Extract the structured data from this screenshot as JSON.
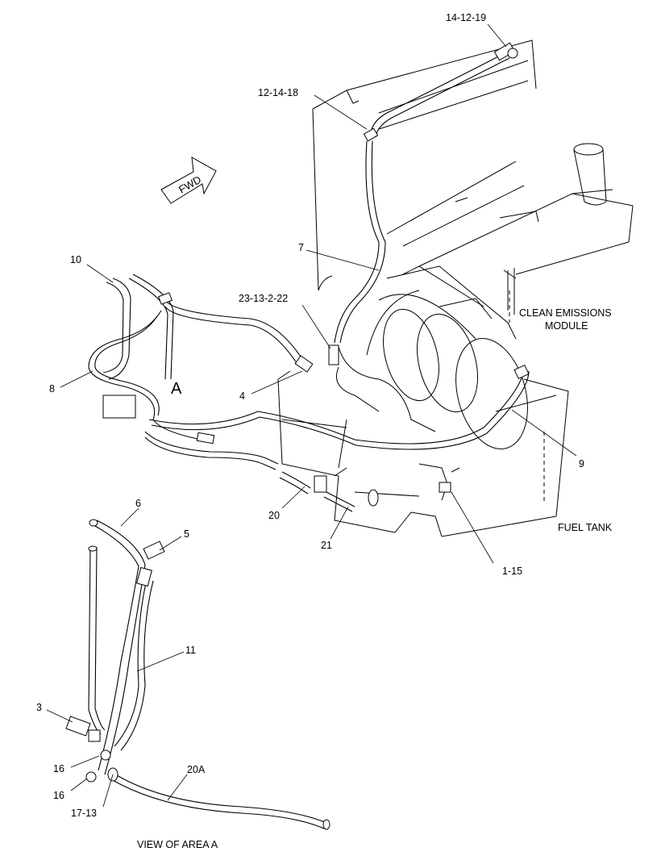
{
  "callouts": {
    "c_14_12_19": "14-12-19",
    "c_12_14_18": "12-14-18",
    "c_10": "10",
    "c_7": "7",
    "c_23_13_2_22": "23-13-2-22",
    "c_8": "8",
    "c_4": "4",
    "c_9": "9",
    "c_20": "20",
    "c_21": "21",
    "c_1_15": "1-15",
    "c_6": "6",
    "c_5": "5",
    "c_11": "11",
    "c_3": "3",
    "c_16a": "16",
    "c_16b": "16",
    "c_20A": "20A",
    "c_17_13": "17-13"
  },
  "labels": {
    "fwd": "FWD",
    "area": "A",
    "clean_emissions_line1": "CLEAN EMISSIONS",
    "clean_emissions_line2": "MODULE",
    "fuel_tank": "FUEL TANK",
    "view_of_area": "VIEW OF AREA A"
  }
}
